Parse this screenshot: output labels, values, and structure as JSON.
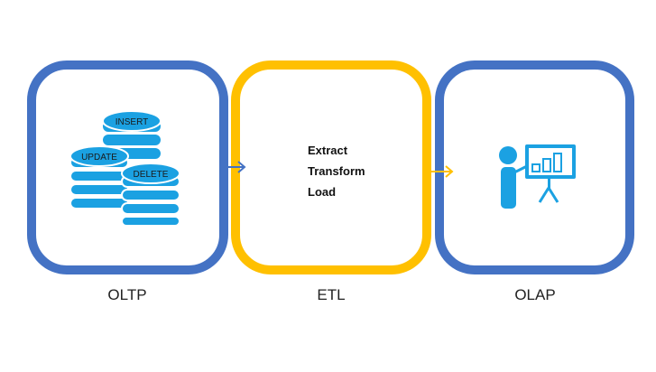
{
  "stages": [
    {
      "id": "oltp",
      "caption": "OLTP",
      "border_color": "#4472c4"
    },
    {
      "id": "etl",
      "caption": "ETL",
      "border_color": "#ffc000"
    },
    {
      "id": "olap",
      "caption": "OLAP",
      "border_color": "#4472c4"
    }
  ],
  "oltp_disks": {
    "top": "INSERT",
    "left": "UPDATE",
    "right": "DELETE",
    "color": "#1ba1e2"
  },
  "etl_steps": [
    "Extract",
    "Transform",
    "Load"
  ],
  "arrows": [
    {
      "from": "oltp",
      "to": "etl",
      "color": "#4472c4"
    },
    {
      "from": "etl",
      "to": "olap",
      "color": "#ffc000"
    }
  ],
  "icons": {
    "olap": "presenter-chart-icon",
    "oltp": "database-stack-icon"
  }
}
